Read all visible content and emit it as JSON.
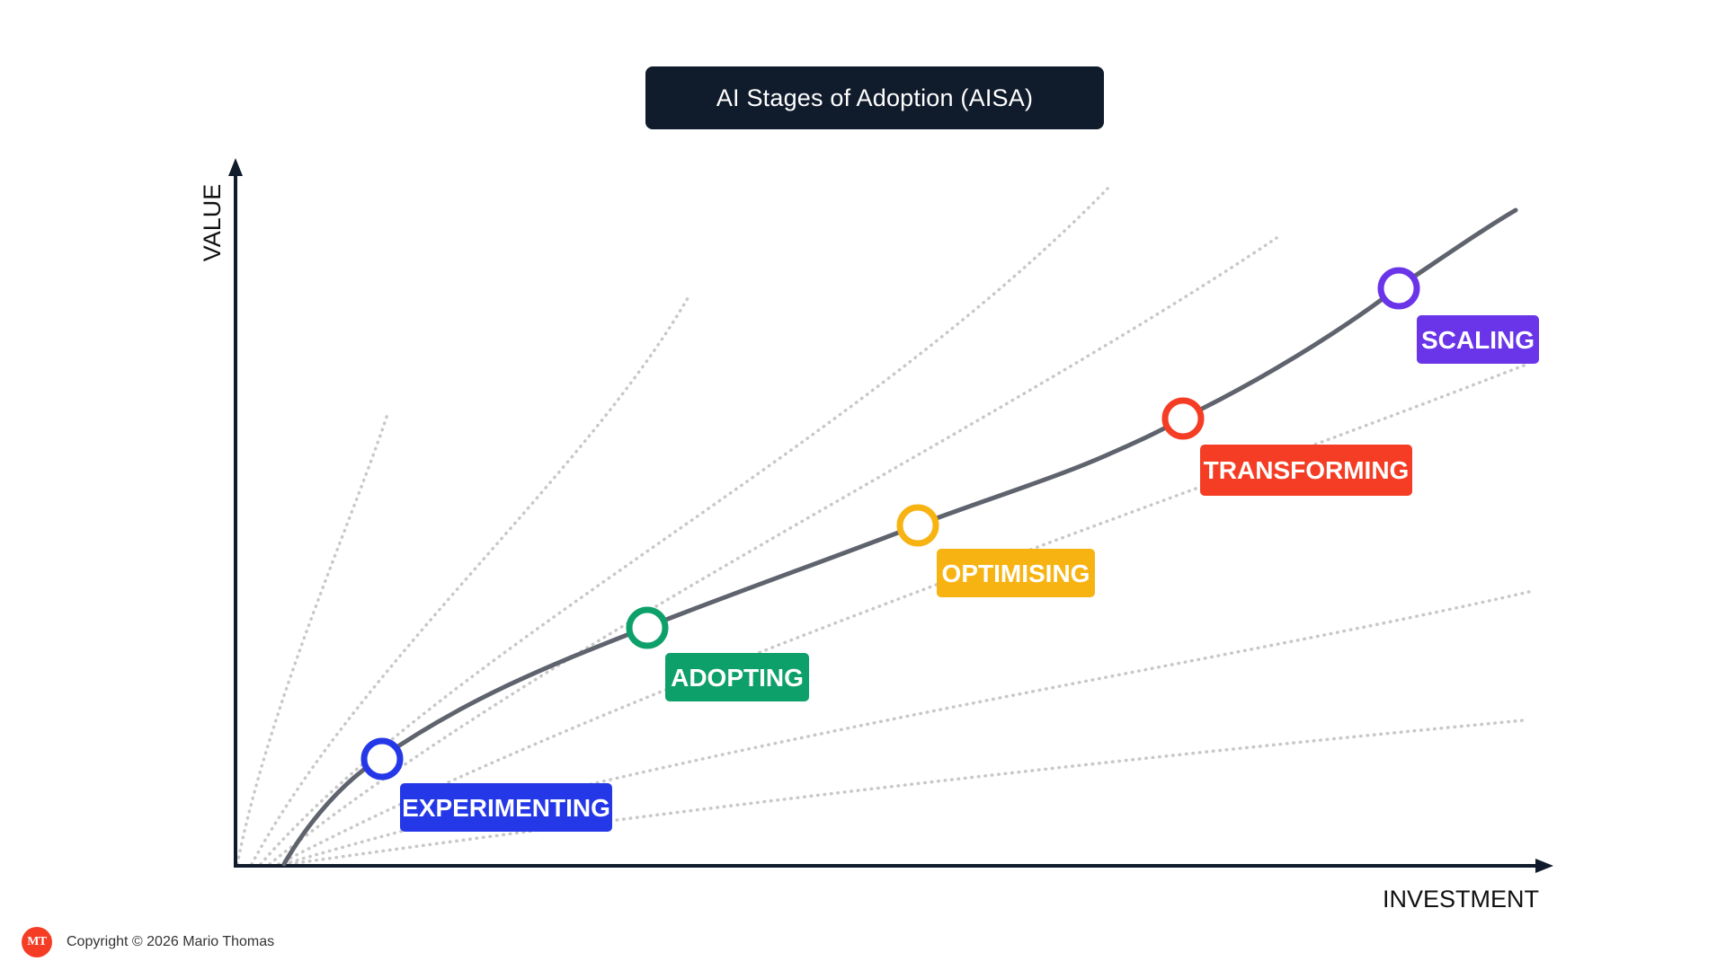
{
  "title": "AI Stages of Adoption (AISA)",
  "axes": {
    "y_label": "VALUE",
    "x_label": "INVESTMENT"
  },
  "stages": [
    {
      "name": "EXPERIMENTING",
      "color": "#2438e8"
    },
    {
      "name": "ADOPTING",
      "color": "#0ea06a"
    },
    {
      "name": "OPTIMISING",
      "color": "#f7b311"
    },
    {
      "name": "TRANSFORMING",
      "color": "#f43d24"
    },
    {
      "name": "SCALING",
      "color": "#6a35e8"
    }
  ],
  "colors": {
    "title_background": "#101b2b",
    "main_curve": "#5f636d",
    "guide_curves": "#c8c8c8",
    "axis": "#101b2b",
    "logo": "#f43d24"
  },
  "footer": {
    "logo_text": "MT",
    "copyright": "Copyright © 2026 Mario Thomas"
  }
}
